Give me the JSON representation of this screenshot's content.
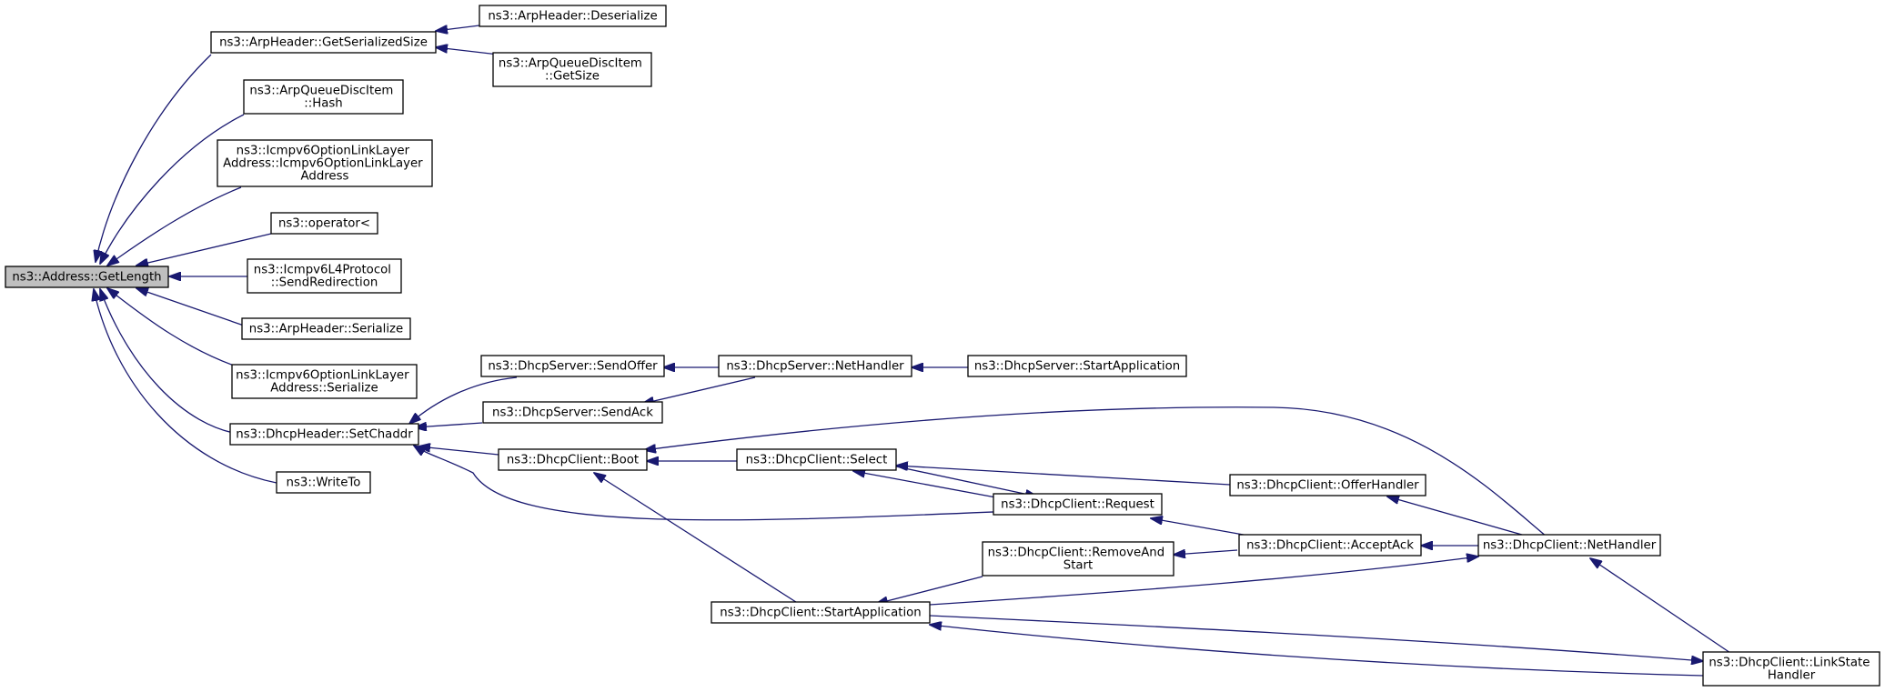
{
  "diagram": {
    "nodes": {
      "getlength": [
        "ns3::Address::GetLength"
      ],
      "getserializedsize": [
        "ns3::ArpHeader::GetSerializedSize"
      ],
      "arp_deserialize": [
        "ns3::ArpHeader::Deserialize"
      ],
      "arpqueue_getsize": [
        "ns3::ArpQueueDiscItem",
        "::GetSize"
      ],
      "arpqueue_hash": [
        "ns3::ArpQueueDiscItem",
        "::Hash"
      ],
      "icmp_ctor": [
        "ns3::Icmpv6OptionLinkLayer",
        "Address::Icmpv6OptionLinkLayer",
        "Address"
      ],
      "operator_lt": [
        "ns3::operator<"
      ],
      "sendredirection": [
        "ns3::Icmpv6L4Protocol",
        "::SendRedirection"
      ],
      "arp_serialize": [
        "ns3::ArpHeader::Serialize"
      ],
      "icmp_serialize": [
        "ns3::Icmpv6OptionLinkLayer",
        "Address::Serialize"
      ],
      "setchaddr": [
        "ns3::DhcpHeader::SetChaddr"
      ],
      "writeto": [
        "ns3::WriteTo"
      ],
      "sendoffer": [
        "ns3::DhcpServer::SendOffer"
      ],
      "sendack": [
        "ns3::DhcpServer::SendAck"
      ],
      "server_nethandler": [
        "ns3::DhcpServer::NetHandler"
      ],
      "server_startapp": [
        "ns3::DhcpServer::StartApplication"
      ],
      "boot": [
        "ns3::DhcpClient::Boot"
      ],
      "select": [
        "ns3::DhcpClient::Select"
      ],
      "request": [
        "ns3::DhcpClient::Request"
      ],
      "offerhandler": [
        "ns3::DhcpClient::OfferHandler"
      ],
      "acceptack": [
        "ns3::DhcpClient::AcceptAck"
      ],
      "client_nethandler": [
        "ns3::DhcpClient::NetHandler"
      ],
      "removeandstart": [
        "ns3::DhcpClient::RemoveAnd",
        "Start"
      ],
      "client_startapp": [
        "ns3::DhcpClient::StartApplication"
      ],
      "linkstatehandler": [
        "ns3::DhcpClient::LinkState",
        "Handler"
      ]
    },
    "edges": [
      {
        "from": "getserializedsize",
        "to": "getlength"
      },
      {
        "from": "arpqueue_hash",
        "to": "getlength"
      },
      {
        "from": "icmp_ctor",
        "to": "getlength"
      },
      {
        "from": "operator_lt",
        "to": "getlength"
      },
      {
        "from": "sendredirection",
        "to": "getlength"
      },
      {
        "from": "arp_serialize",
        "to": "getlength"
      },
      {
        "from": "icmp_serialize",
        "to": "getlength"
      },
      {
        "from": "setchaddr",
        "to": "getlength"
      },
      {
        "from": "writeto",
        "to": "getlength"
      },
      {
        "from": "arp_deserialize",
        "to": "getserializedsize"
      },
      {
        "from": "arpqueue_getsize",
        "to": "getserializedsize"
      },
      {
        "from": "sendoffer",
        "to": "setchaddr"
      },
      {
        "from": "sendack",
        "to": "setchaddr"
      },
      {
        "from": "boot",
        "to": "setchaddr"
      },
      {
        "from": "request",
        "to": "setchaddr"
      },
      {
        "from": "server_nethandler",
        "to": "sendoffer"
      },
      {
        "from": "server_nethandler",
        "to": "sendack"
      },
      {
        "from": "server_startapp",
        "to": "server_nethandler"
      },
      {
        "from": "select",
        "to": "boot"
      },
      {
        "from": "client_nethandler",
        "to": "boot"
      },
      {
        "from": "client_startapp",
        "to": "boot"
      },
      {
        "from": "request",
        "to": "select"
      },
      {
        "from": "offerhandler",
        "to": "select"
      },
      {
        "from": "select",
        "to": "request"
      },
      {
        "from": "acceptack",
        "to": "request"
      },
      {
        "from": "client_nethandler",
        "to": "offerhandler"
      },
      {
        "from": "client_nethandler",
        "to": "acceptack"
      },
      {
        "from": "acceptack",
        "to": "removeandstart"
      },
      {
        "from": "removeandstart",
        "to": "client_startapp"
      },
      {
        "from": "client_startapp",
        "to": "client_nethandler"
      },
      {
        "from": "linkstatehandler",
        "to": "client_nethandler"
      },
      {
        "from": "linkstatehandler",
        "to": "client_startapp"
      },
      {
        "from": "client_startapp",
        "to": "linkstatehandler"
      }
    ]
  }
}
